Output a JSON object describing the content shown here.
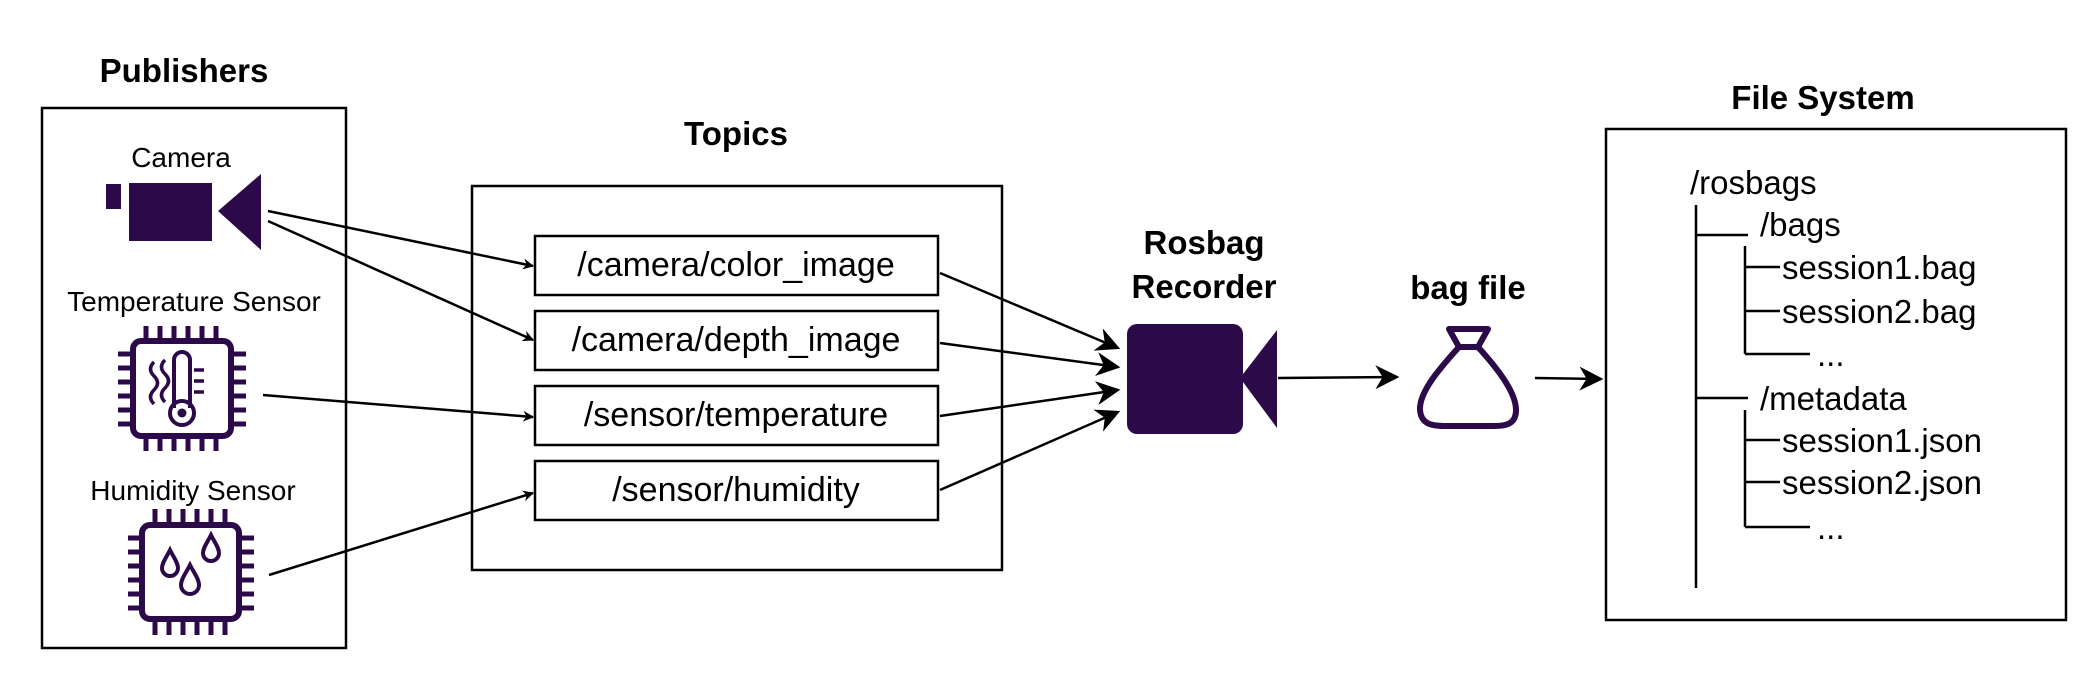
{
  "titles": {
    "publishers": "Publishers",
    "topics": "Topics",
    "recorder_line1": "Rosbag",
    "recorder_line2": "Recorder",
    "bag_file": "bag file",
    "file_system": "File System"
  },
  "publishers": [
    {
      "label": "Camera",
      "icon": "camera-icon"
    },
    {
      "label": "Temperature Sensor",
      "icon": "temperature-chip-icon"
    },
    {
      "label": "Humidity Sensor",
      "icon": "humidity-chip-icon"
    }
  ],
  "topics": [
    "/camera/color_image",
    "/camera/depth_image",
    "/sensor/temperature",
    "/sensor/humidity"
  ],
  "file_tree": [
    "/rosbags",
    "/bags",
    "session1.bag",
    "session2.bag",
    "...",
    "/metadata",
    "session1.json",
    "session2.json",
    "..."
  ],
  "colors": {
    "icon": "#2c0a4a",
    "line": "#000000",
    "background": "#ffffff"
  }
}
